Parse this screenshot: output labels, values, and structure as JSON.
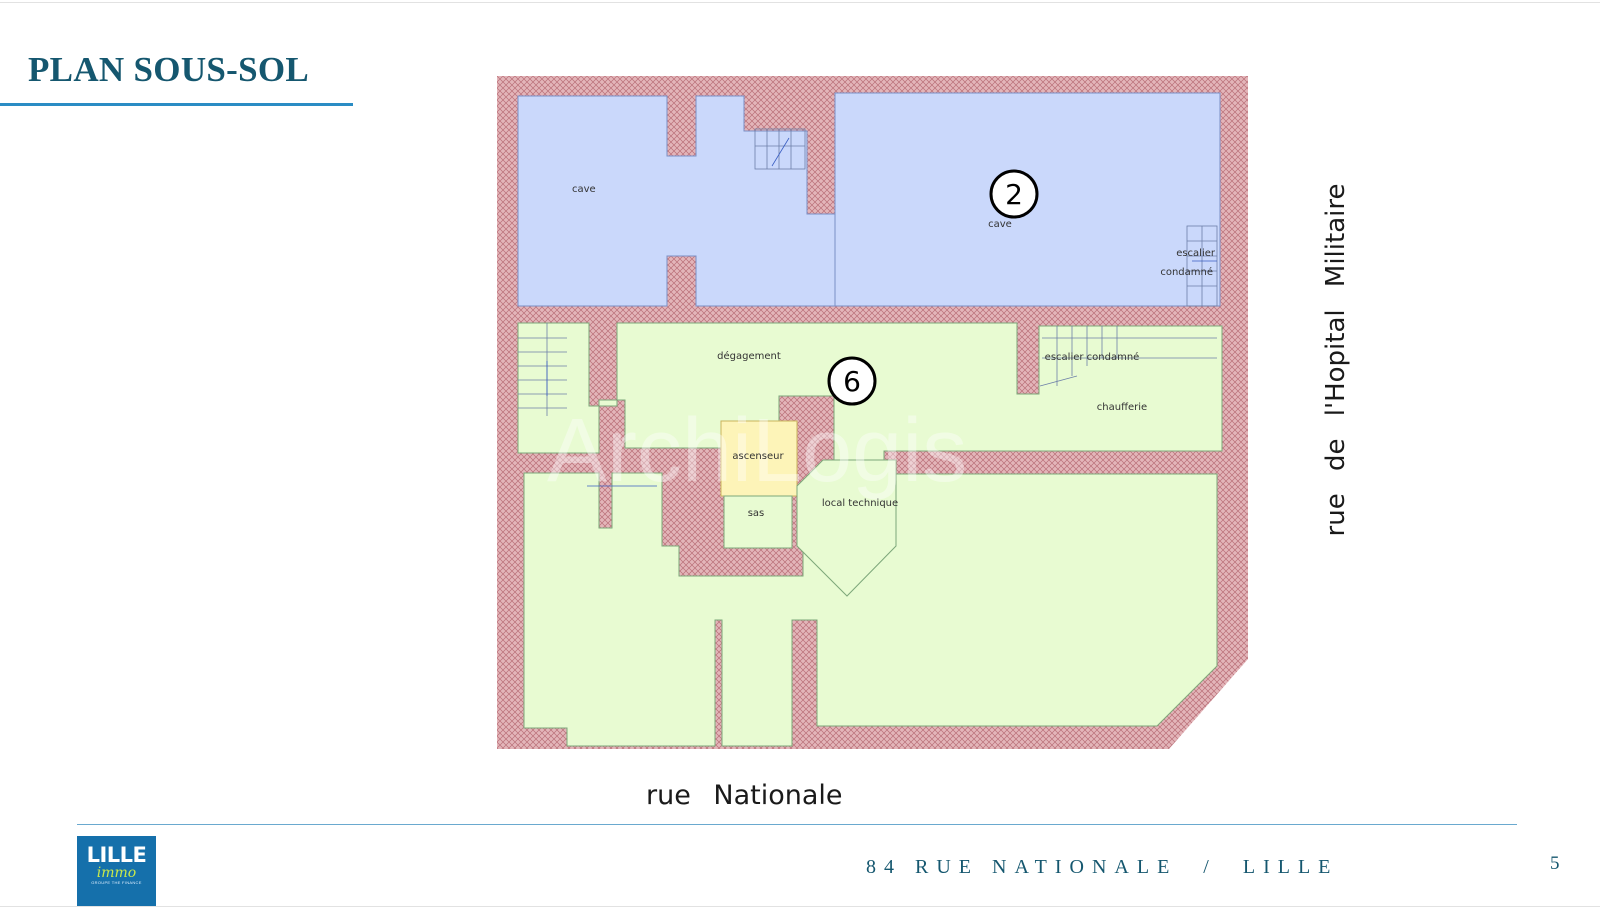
{
  "header": {
    "title": "PLAN SOUS-SOL"
  },
  "plan": {
    "markers": [
      "2",
      "6"
    ],
    "labels": {
      "cave_left": "cave",
      "cave_right": "cave",
      "escalier_1": "escalier",
      "condamne_1": "condamné",
      "degagement": "dégagement",
      "escalier_condamne": "escalier condamné",
      "chaufferie": "chaufferie",
      "ascenseur": "ascenseur",
      "local_technique": "local technique",
      "sas": "sas"
    },
    "watermark": "ArchiLogis",
    "streets": {
      "right": "rue de l'Hopital Militaire",
      "bottom": "rue Nationale"
    },
    "colors": {
      "cellar": "#cad8fb",
      "ground": "#e8fbd2",
      "lift": "#fdf4b8",
      "wall": "#e3b5b9",
      "hatch": "#b96f78"
    }
  },
  "footer": {
    "logo_main": "LILLE",
    "logo_sub": "immo",
    "logo_tag": "GROUPE THE FINANCE",
    "address": "84 RUE NATIONALE  /  LILLE",
    "page_number": "5"
  }
}
